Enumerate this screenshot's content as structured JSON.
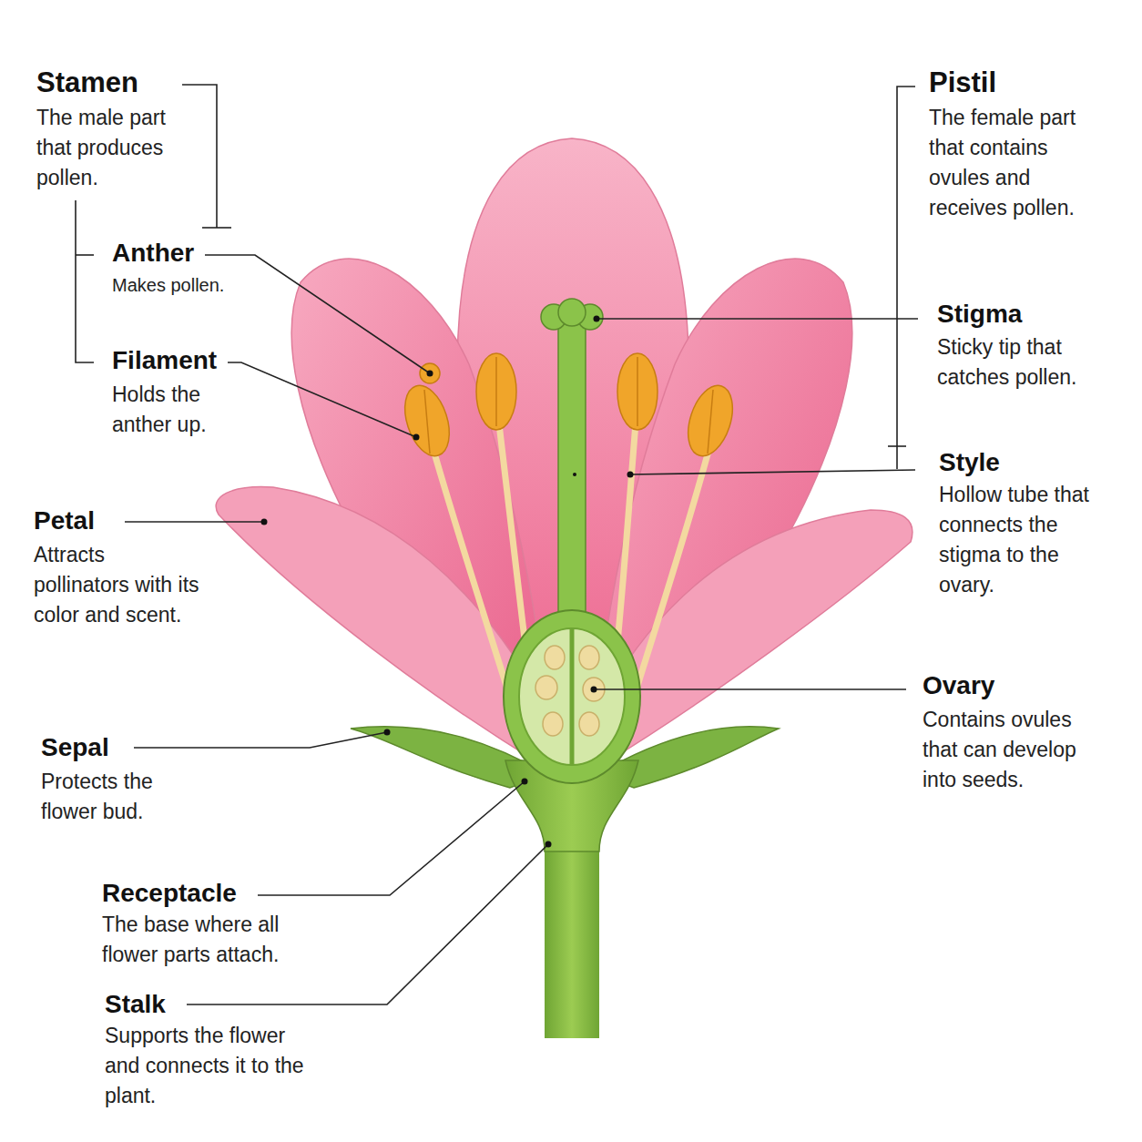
{
  "diagram": {
    "labels": [
      "Stamen",
      "The male part that produces pollen.",
      "Anther",
      "Makes pollen.",
      "Filament",
      "Holds the anther up.",
      "Petal",
      "Attracts pollinators with its color and scent.",
      "Sepal",
      "Protects the flower bud.",
      "Receptacle",
      "The base where all flower parts attach.",
      "Stalk",
      "Supports the flower and connects it to the plant.",
      "Pistil",
      "The female part that contains ovules and receives pollen.",
      "Stigma",
      "Sticky tip that catches pollen.",
      "Style",
      "Hollow tube that connects the stigma to the ovary.",
      "Ovary",
      "Contains ovules that can develop into seeds."
    ]
  }
}
